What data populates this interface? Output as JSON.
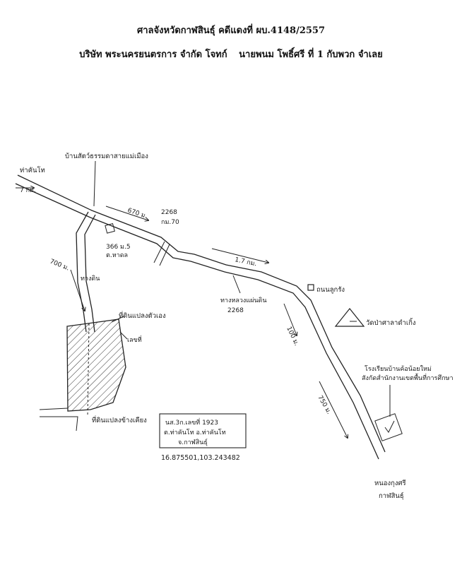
{
  "header": {
    "line1": "ศาลจังหวัดกาฬสินธุ์ คดีแดงที่ ผบ.4148/2557",
    "line2_left": "บริษัท พระนครยนตรการ จำกัด โจทก์",
    "line2_right": "นายพนม โพธิ์ศรี ที่ 1 กับพวก จำเลย"
  },
  "map": {
    "label_kham_muang": "ท่าคันโท",
    "label_7km": "7 กม.",
    "label_village_top": "บ้านสัตว์ธรรมดาสายแม่เมือง",
    "label_670m": "670 ม.",
    "label_2268_a": "2268",
    "label_km70": "กม.70",
    "label_house": "366 ม.5",
    "label_house_sub": "ต.หาดล",
    "label_700m": "700 ม.",
    "label_soi": "ทางดิน",
    "label_17km": "1.7 กม.",
    "label_plan": "ถนนลูกรัง",
    "label_road_name": "ทางหลวงแผ่นดิน",
    "label_2268_b": "2268",
    "label_landmark": "วัดป่าศาลาดำเกิ้ง",
    "label_land_east": "ที่ดินแปลงตัวเอง",
    "label_house2": "เลขที่",
    "label_100m": "100 ม.",
    "label_750m": "750 ม.",
    "label_land_south": "ที่ดินแปลงข้างเคียง",
    "label_right_note_1": "โรงเรียนบ้านค้อน้อยใหม่",
    "label_right_note_2": "สังกัดสำนักงานเขตพื้นที่การศึกษา",
    "label_bottom_1": "หนองกุงศรี",
    "label_bottom_2": "กาฬสินธุ์",
    "box_line1": "นส.3ก.เลขที่ 1923",
    "box_line2": "ต.ท่าคันโท อ.ท่าคันโท",
    "box_line3": "จ.กาฬสินธุ์",
    "coords": "16.875501,103.243482"
  }
}
